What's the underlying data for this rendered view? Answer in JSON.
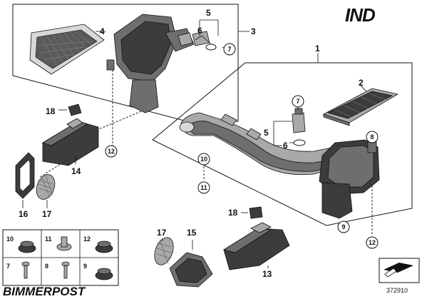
{
  "diagram": {
    "callouts": {
      "c1": "1",
      "c2": "2",
      "c3": "3",
      "c4": "4",
      "c5a": "5",
      "c5b": "5",
      "c6a": "6",
      "c6b": "6",
      "c7a": "7",
      "c7b": "7",
      "c8": "8",
      "c9": "9",
      "c10": "10",
      "c11": "11",
      "c12a": "12",
      "c12b": "12",
      "c13": "13",
      "c14": "14",
      "c15": "15",
      "c16": "16",
      "c17a": "17",
      "c17b": "17",
      "c18a": "18",
      "c18b": "18"
    },
    "hardware_grid": [
      "10",
      "11",
      "12",
      "7",
      "8",
      "9"
    ],
    "branding": {
      "top_logo": "IND",
      "bottom_logo": "BIMMERPOST"
    },
    "reference_number": "372910"
  }
}
